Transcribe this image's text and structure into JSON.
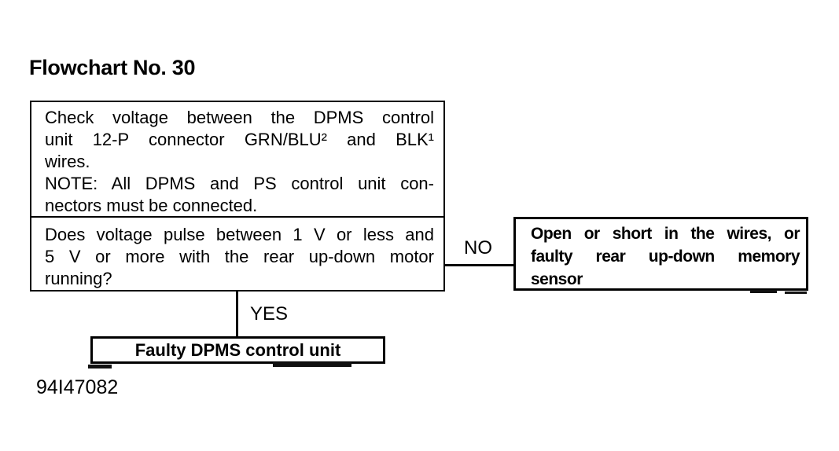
{
  "title": "Flowchart No. 30",
  "figure_code": "94I47082",
  "colors": {
    "ink": "#000000",
    "paper": "#ffffff"
  },
  "flowchart": {
    "check_box": {
      "lines": [
        "Check voltage between the DPMS control",
        "unit 12-P connector GRN/BLU² and BLK¹",
        "wires.",
        "NOTE: All DPMS and PS control unit con-",
        "nectors must be connected."
      ]
    },
    "question_box": {
      "lines": [
        "Does voltage pulse between 1 V or less and",
        "5 V or more with the rear up-down motor",
        "running?"
      ]
    },
    "no_branch": {
      "label": "NO",
      "result_lines": [
        "Open or short in the wires, or",
        "faulty rear up-down memory",
        "sensor"
      ]
    },
    "yes_branch": {
      "label": "YES",
      "result_text": "Faulty DPMS control unit"
    }
  }
}
